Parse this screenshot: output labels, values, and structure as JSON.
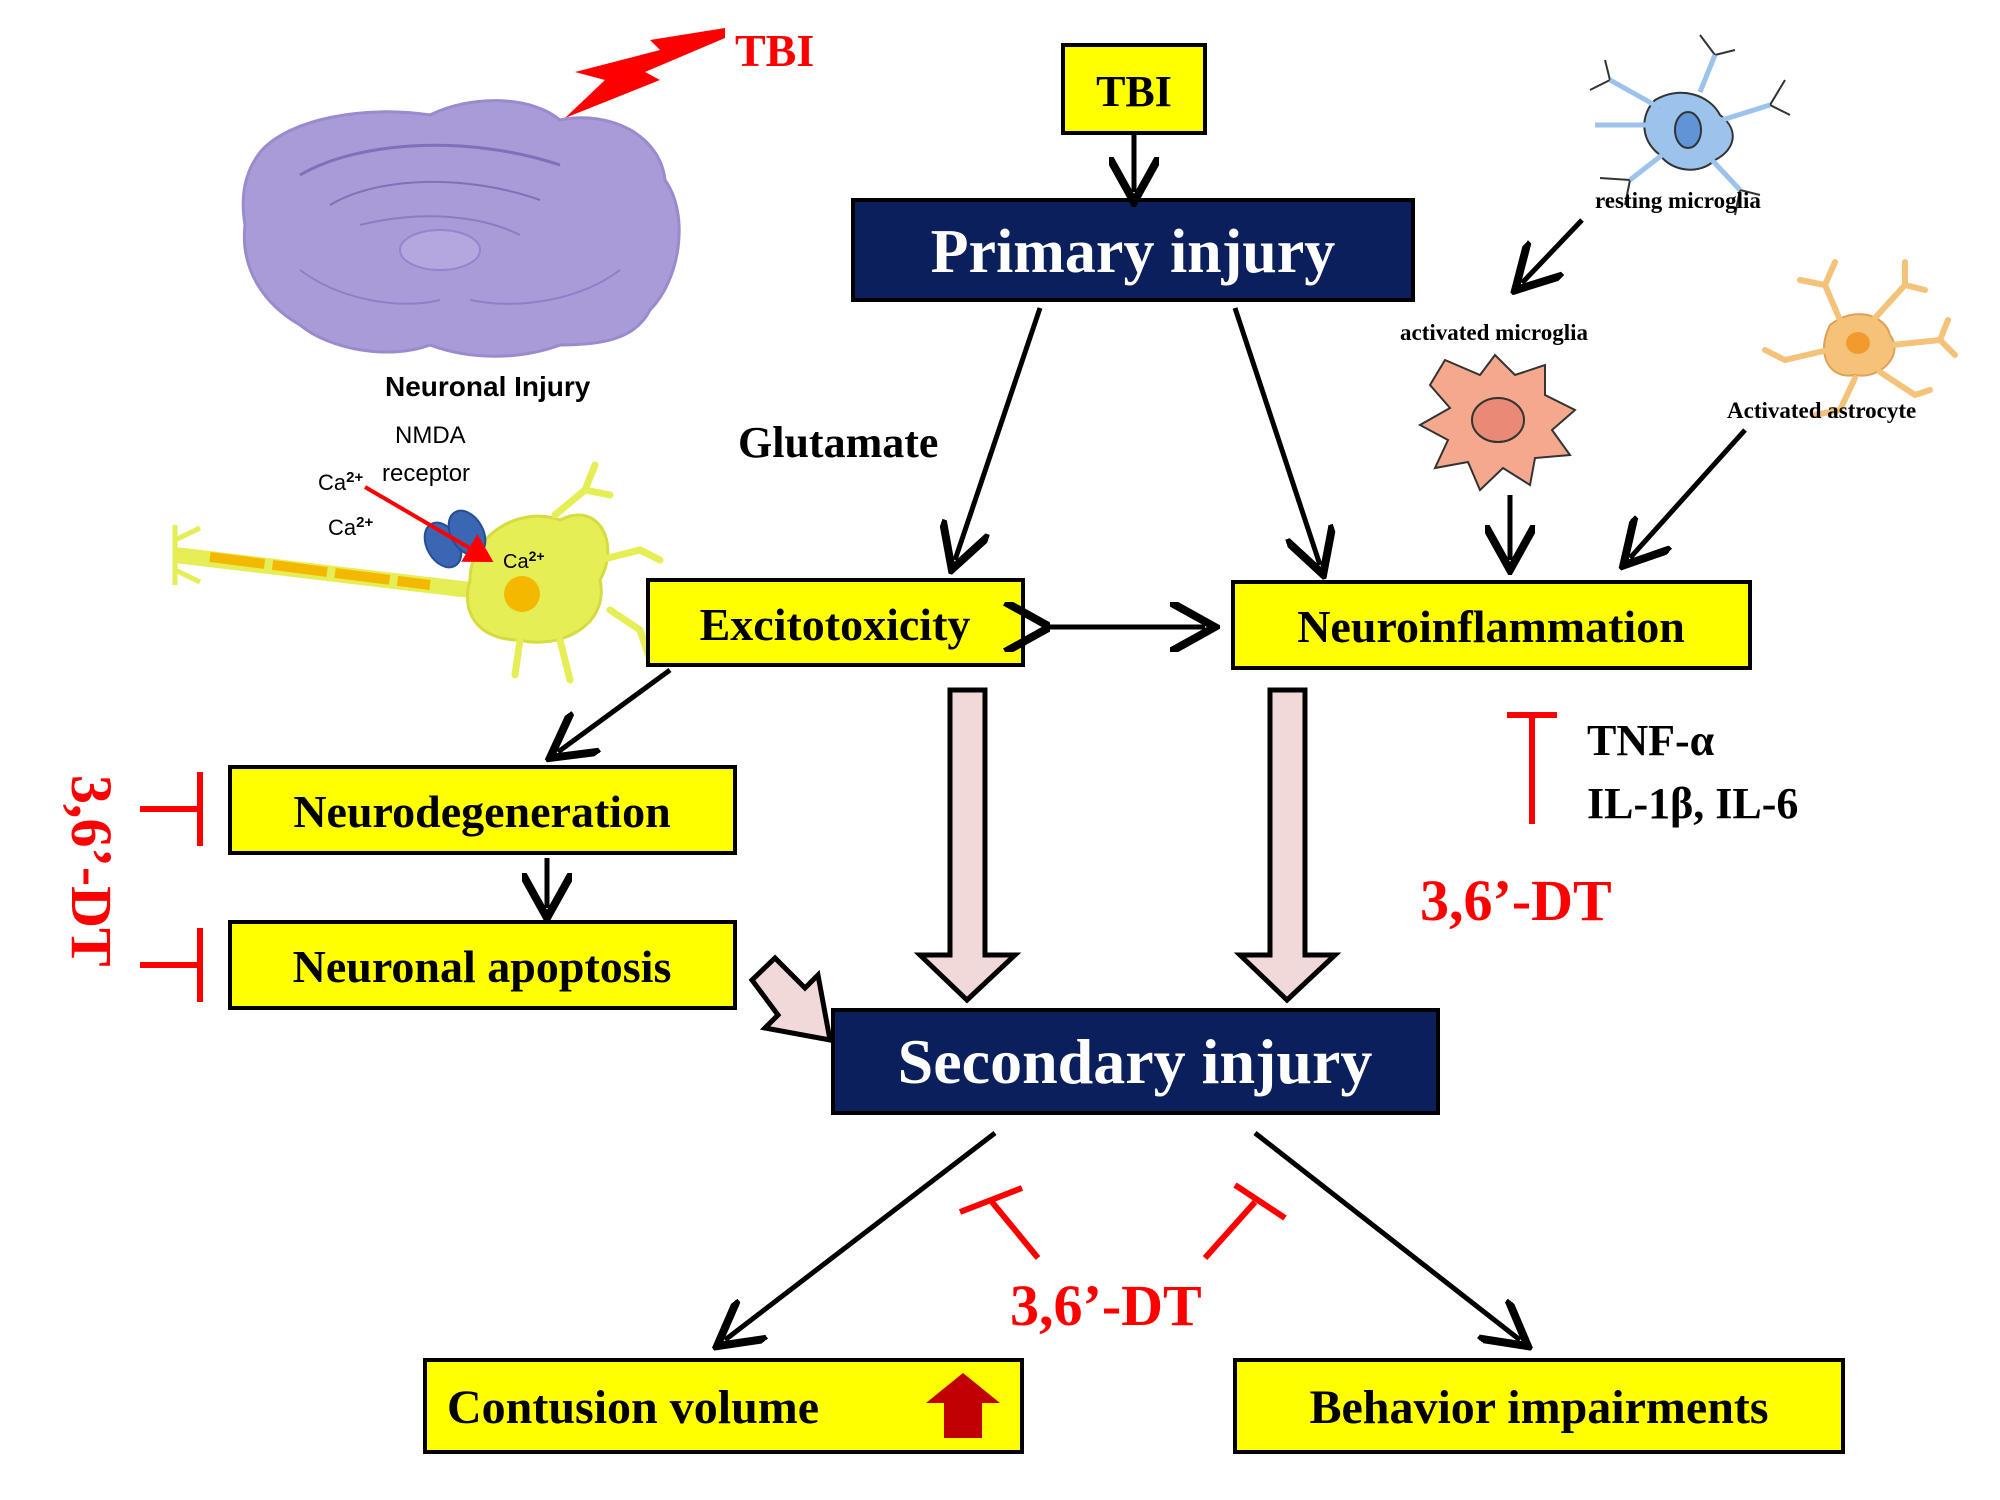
{
  "diagram": {
    "top_tbi": "TBI",
    "primary_injury": "Primary injury",
    "glutamate": "Glutamate",
    "excitotoxicity": "Excitotoxicity",
    "neuroinflammation": "Neuroinflammation",
    "neurodegeneration": "Neurodegeneration",
    "neuronal_apoptosis": "Neuronal apoptosis",
    "secondary_injury": "Secondary injury",
    "contusion_volume": "Contusion volume",
    "behavior_impairments": "Behavior impairments",
    "cytokines_line1": "TNF-α",
    "cytokines_line2": "IL-1β, IL-6",
    "drug_inflammation": "3,6’-DT",
    "drug_bottom": "3,6’-DT",
    "drug_left_vertical": "3,6’-DT"
  },
  "illustrations": {
    "brain_tbi": "TBI",
    "neuronal_injury": "Neuronal Injury",
    "nmda_line1": "NMDA",
    "nmda_line2": "receptor",
    "ca_1": "Ca",
    "ca_2": "Ca",
    "ca_3": "Ca",
    "ca_sup": "2+",
    "resting_microglia": "resting microglia",
    "activated_microglia": "activated microglia",
    "activated_astrocyte": "Activated astrocyte"
  },
  "colors": {
    "yellow_box": "#ffff00",
    "navy_box": "#0a1f5c",
    "inhibition_red": "#ff0000",
    "hollow_arrow_fill": "#f2d9d9",
    "increase_arrow": "#c00000",
    "brain": "#a99ad8",
    "neuron": "#e6ee55",
    "microglia_resting": "#9cc3ec",
    "microglia_activated": "#f4a98e",
    "astrocyte": "#f5c27a"
  }
}
